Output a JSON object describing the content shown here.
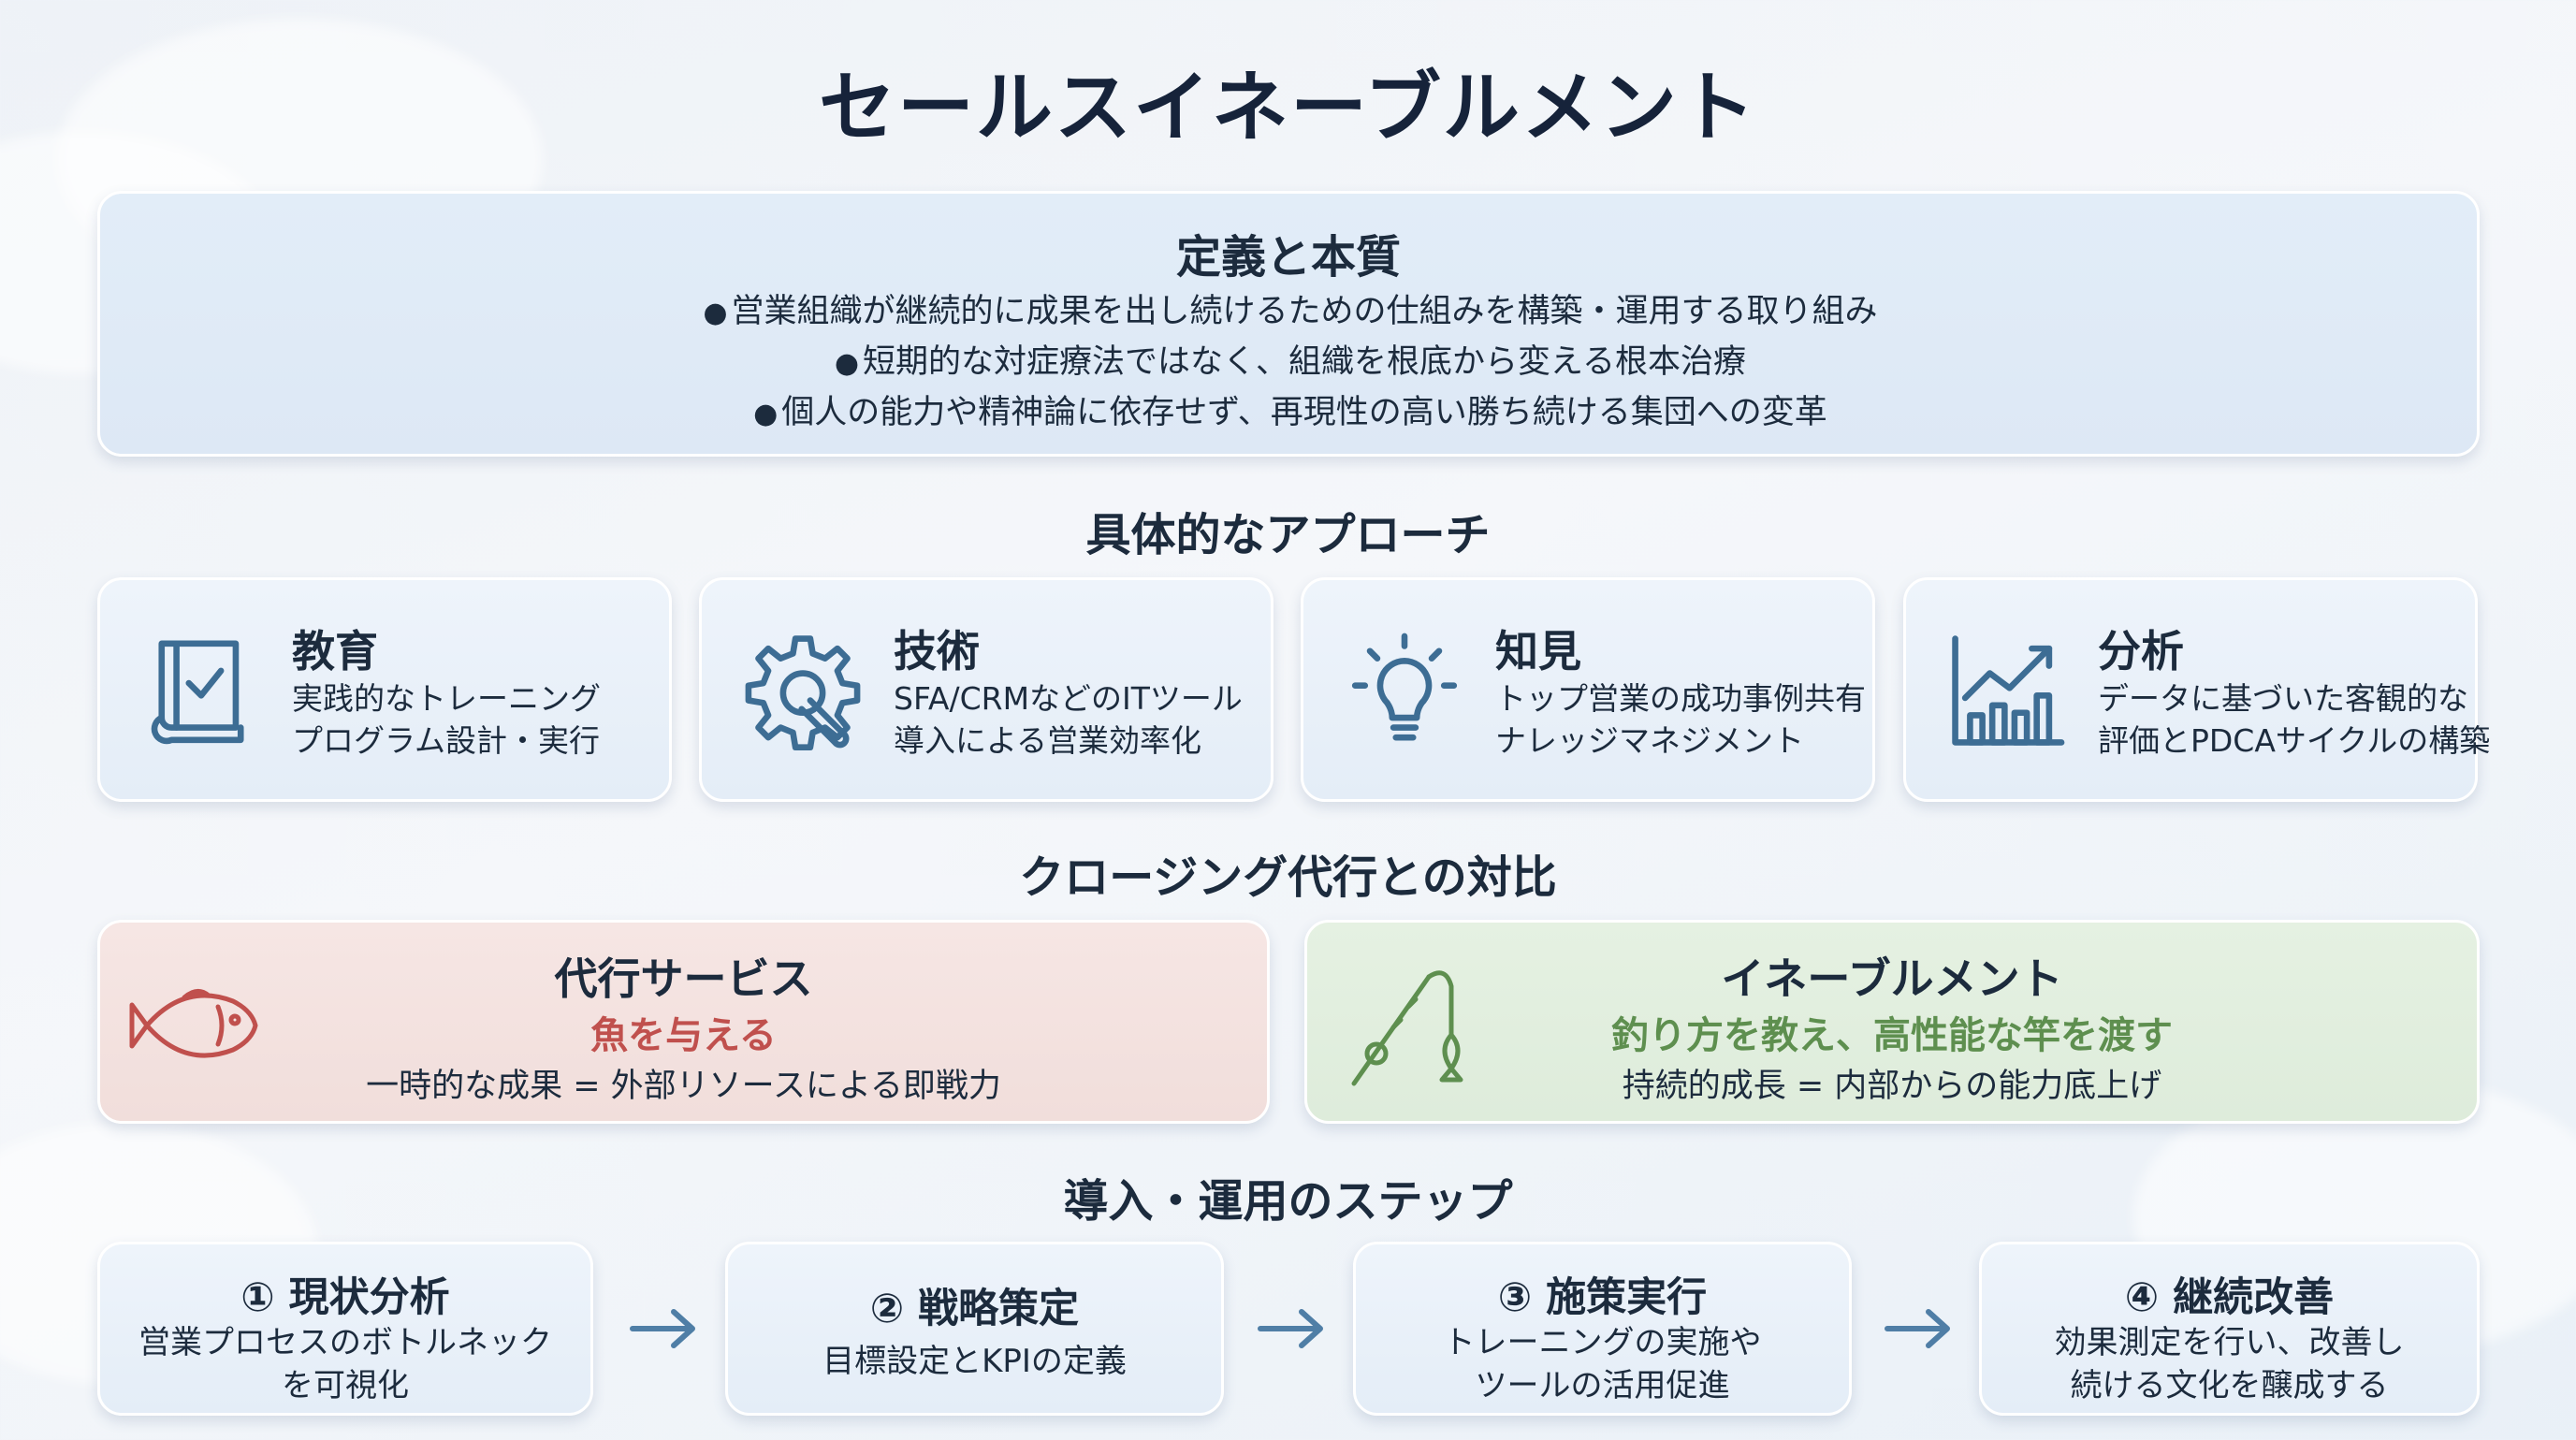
{
  "title": "セールスイネーブルメント",
  "definition": {
    "heading": "定義と本質",
    "bullets": [
      "営業組織が継続的に成果を出し続けるための仕組みを構築・運用する取り組み",
      "短期的な対症療法ではなく、組織を根底から変える根本治療",
      "個人の能力や精神論に依存せず、再現性の高い勝ち続ける集団への変革"
    ]
  },
  "approach": {
    "heading": "具体的なアプローチ",
    "items": [
      {
        "icon": "book-check-icon",
        "title": "教育",
        "line1": "実践的なトレーニング",
        "line2": "プログラム設計・実行"
      },
      {
        "icon": "gear-wrench-icon",
        "title": "技術",
        "line1": "SFA/CRMなどのITツール",
        "line2": "導入による営業効率化"
      },
      {
        "icon": "lightbulb-icon",
        "title": "知見",
        "line1": "トップ営業の成功事例共有",
        "line2": "ナレッジマネジメント"
      },
      {
        "icon": "bar-chart-icon",
        "title": "分析",
        "line1": "データに基づいた客観的な",
        "line2": "評価とPDCAサイクルの構築"
      }
    ]
  },
  "comparison": {
    "heading": "クロージング代行との対比",
    "left": {
      "icon": "fish-icon",
      "title": "代行サービス",
      "subtitle": "魚を与える",
      "desc": "一時的な成果 = 外部リソースによる即戦力",
      "accent": "#c0504d"
    },
    "right": {
      "icon": "fishing-rod-icon",
      "title": "イネーブルメント",
      "subtitle": "釣り方を教え、高性能な竿を渡す",
      "desc": "持続的成長 = 内部からの能力底上げ",
      "accent": "#5e8f4f"
    }
  },
  "steps": {
    "heading": "導入・運用のステップ",
    "items": [
      {
        "title": "① 現状分析",
        "line1": "営業プロセスのボトルネック",
        "line2": "を可視化"
      },
      {
        "title": "② 戦略策定",
        "line1": "目標設定とKPIの定義",
        "line2": ""
      },
      {
        "title": "③ 施策実行",
        "line1": "トレーニングの実施や",
        "line2": "ツールの活用促進"
      },
      {
        "title": "④ 継続改善",
        "line1": "効果測定を行い、改善し",
        "line2": "続ける文化を醸成する"
      }
    ]
  },
  "colors": {
    "icon": "#3d6d94",
    "arrow": "#4f7ea6",
    "dark": "#16233a"
  }
}
